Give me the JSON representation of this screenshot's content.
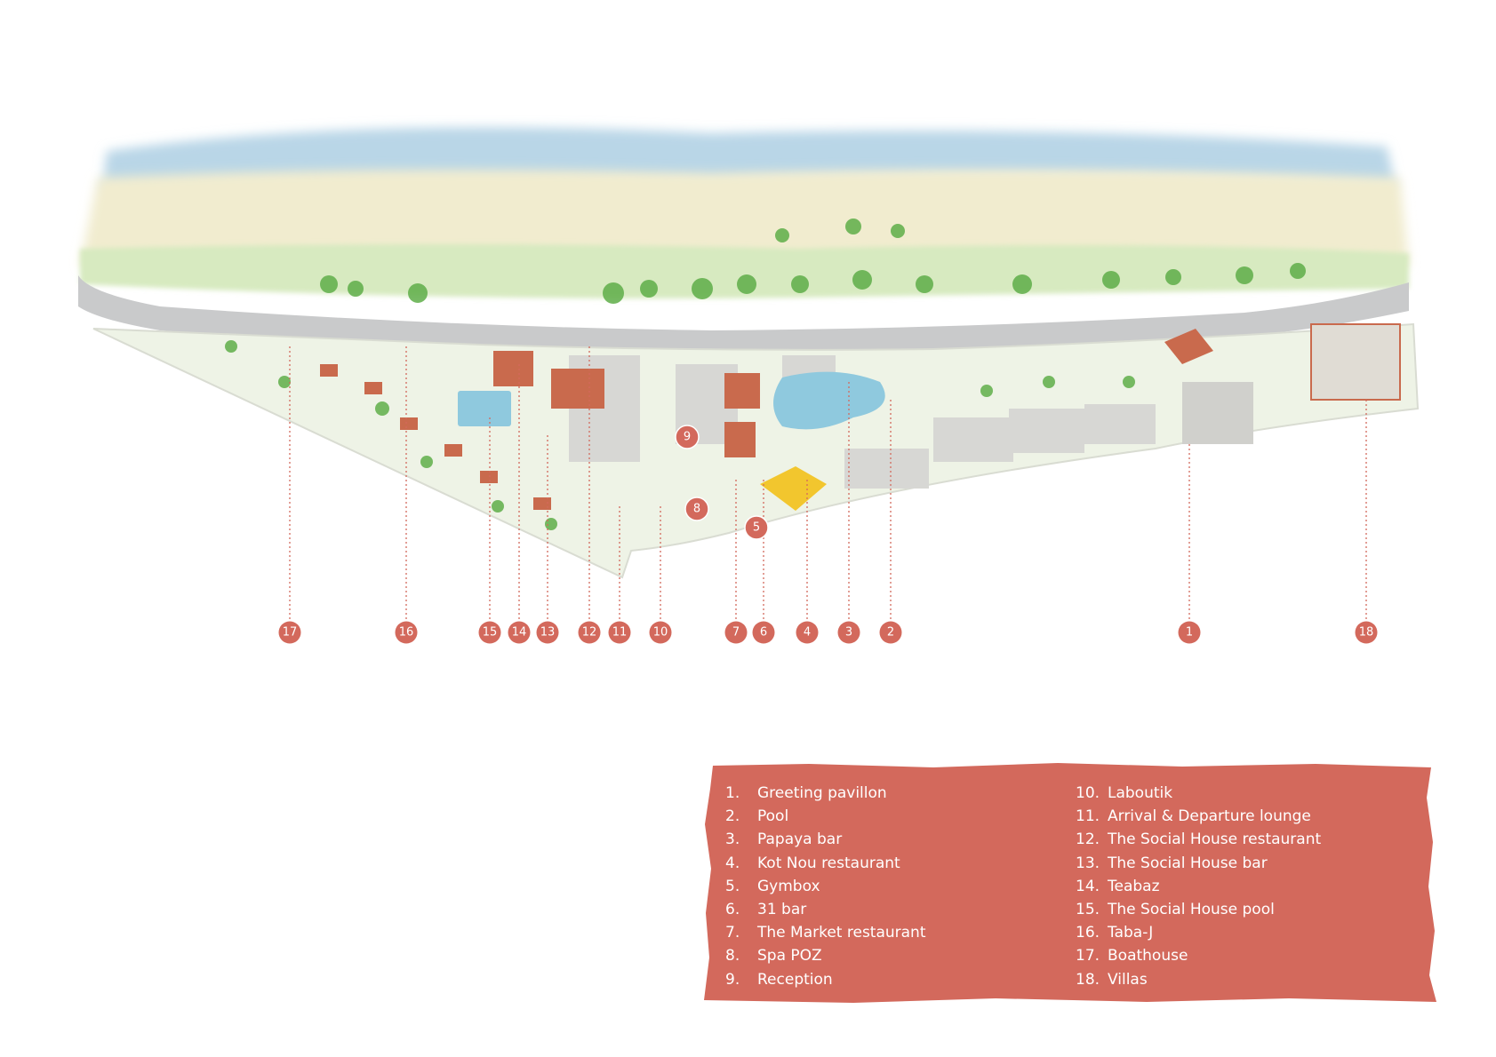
{
  "colors": {
    "accent": "#d3695c",
    "road": "#c9cacb",
    "sea": "#b9d6e7",
    "sand": "#f1eccf",
    "grass": "#c9e2b0",
    "tree": "#5fae49",
    "pool": "#8fc9de",
    "roof": "#c96a4d",
    "building": "#d7d7d4",
    "highlight": "#f2c62e"
  },
  "markers": [
    {
      "id": "17"
    },
    {
      "id": "16"
    },
    {
      "id": "15"
    },
    {
      "id": "14"
    },
    {
      "id": "13"
    },
    {
      "id": "12"
    },
    {
      "id": "11"
    },
    {
      "id": "10"
    },
    {
      "id": "7"
    },
    {
      "id": "6"
    },
    {
      "id": "4"
    },
    {
      "id": "3"
    },
    {
      "id": "2"
    },
    {
      "id": "1"
    },
    {
      "id": "18"
    }
  ],
  "map_markers": [
    {
      "id": "9"
    },
    {
      "id": "8"
    },
    {
      "id": "5"
    }
  ],
  "legend": {
    "left": [
      {
        "num": "1.",
        "label": "Greeting pavillon"
      },
      {
        "num": "2.",
        "label": "Pool"
      },
      {
        "num": "3.",
        "label": "Papaya bar"
      },
      {
        "num": "4.",
        "label": "Kot Nou restaurant"
      },
      {
        "num": "5.",
        "label": "Gymbox"
      },
      {
        "num": "6.",
        "label": "31 bar"
      },
      {
        "num": "7.",
        "label": "The Market restaurant"
      },
      {
        "num": "8.",
        "label": "Spa POZ"
      },
      {
        "num": "9.",
        "label": "Reception"
      }
    ],
    "right": [
      {
        "num": "10.",
        "label": "Laboutik"
      },
      {
        "num": "11.",
        "label": "Arrival & Departure lounge"
      },
      {
        "num": "12.",
        "label": "The Social House restaurant"
      },
      {
        "num": "13.",
        "label": "The Social House bar"
      },
      {
        "num": "14.",
        "label": "Teabaz"
      },
      {
        "num": "15.",
        "label": "The Social House pool"
      },
      {
        "num": "16.",
        "label": "Taba-J"
      },
      {
        "num": "17.",
        "label": "Boathouse"
      },
      {
        "num": "18.",
        "label": "Villas"
      }
    ]
  }
}
